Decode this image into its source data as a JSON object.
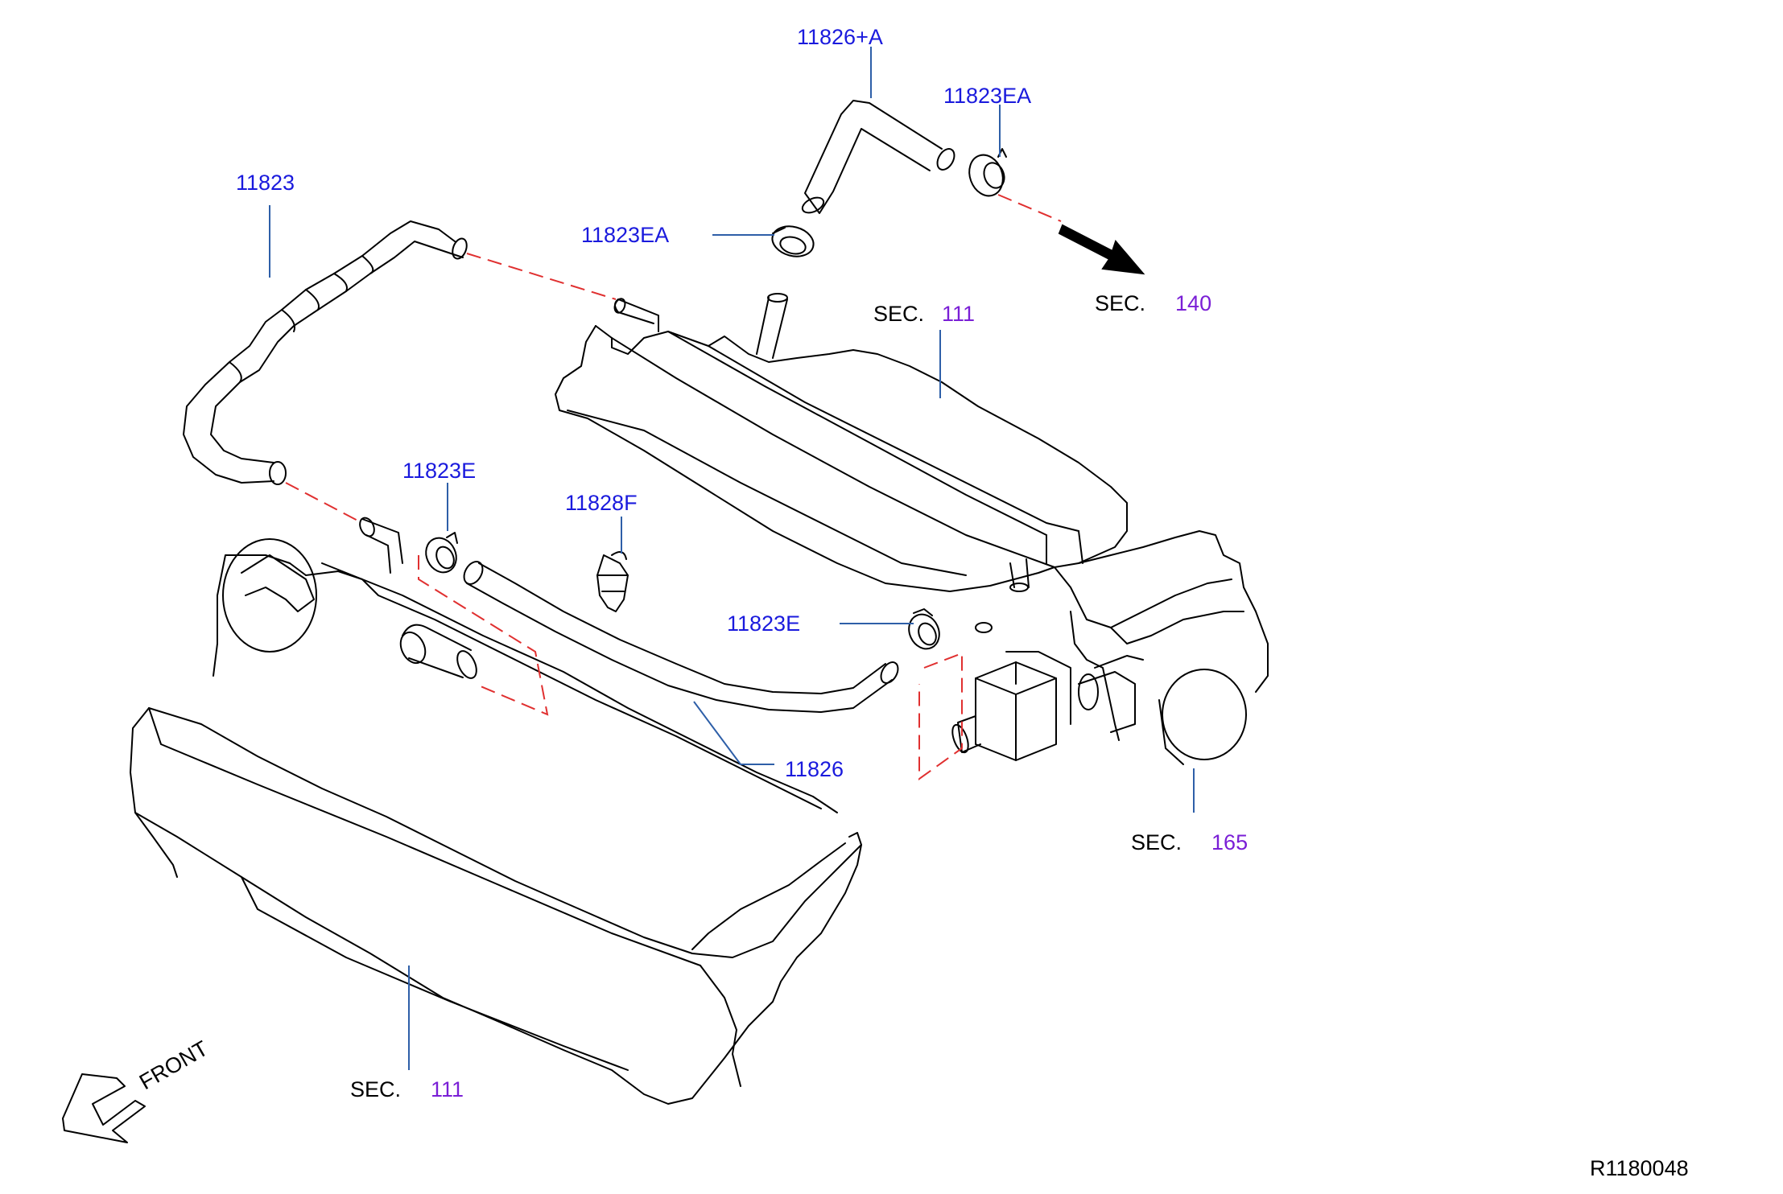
{
  "colors": {
    "part_number": "#1a1add",
    "section_number": "#7a1fd6",
    "section_prefix": "#000000",
    "leader_line": "#2e5fa8",
    "phantom_line": "#e03030",
    "outline": "#000000"
  },
  "part_labels": {
    "p11826A": "11826+A",
    "p11823EA_top": "11823EA",
    "p11823EA_mid": "11823EA",
    "p11823": "11823",
    "p11823E_left": "11823E",
    "p11828F": "11828F",
    "p11823E_right": "11823E",
    "p11826": "11826"
  },
  "section_refs": {
    "prefix": "SEC.",
    "top_right": "111",
    "arrow": "140",
    "bottom_right": "165",
    "bottom_left": "111"
  },
  "front_label": "FRONT",
  "figure_id": "R1180048",
  "icons": {
    "front_arrow": "hollow-arrow-down-left-icon",
    "direction_arrow": "solid-arrow-down-right-icon"
  }
}
